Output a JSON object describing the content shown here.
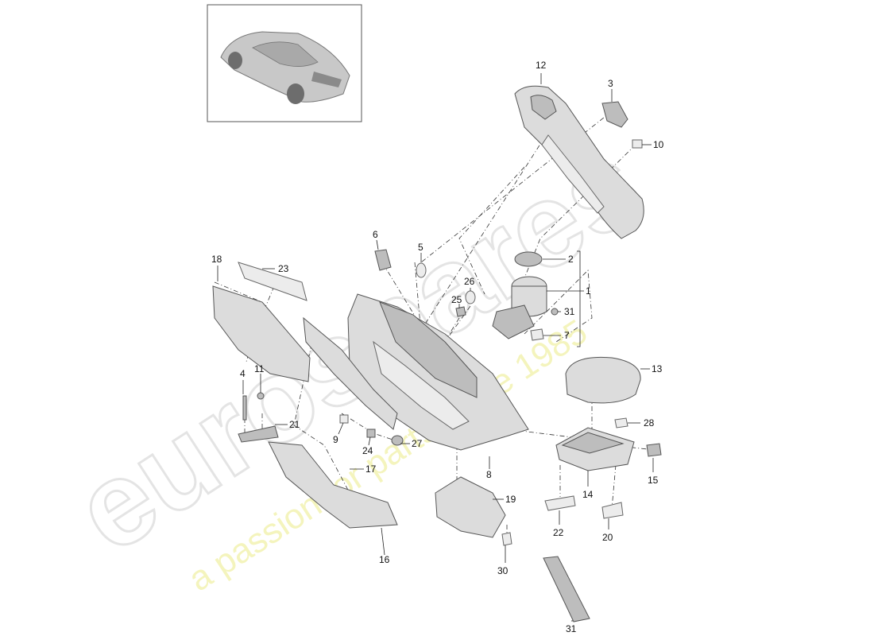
{
  "watermark": {
    "brand": "eurospares",
    "tagline": "a passion for parts since 1985"
  },
  "callouts": [
    {
      "id": "c1",
      "label": "1"
    },
    {
      "id": "c2",
      "label": "2"
    },
    {
      "id": "c3",
      "label": "3"
    },
    {
      "id": "c4",
      "label": "4"
    },
    {
      "id": "c5",
      "label": "5"
    },
    {
      "id": "c6",
      "label": "6"
    },
    {
      "id": "c7",
      "label": "7"
    },
    {
      "id": "c8",
      "label": "8"
    },
    {
      "id": "c9",
      "label": "9"
    },
    {
      "id": "c10",
      "label": "10"
    },
    {
      "id": "c11",
      "label": "11"
    },
    {
      "id": "c12",
      "label": "12"
    },
    {
      "id": "c13",
      "label": "13"
    },
    {
      "id": "c14",
      "label": "14"
    },
    {
      "id": "c15",
      "label": "15"
    },
    {
      "id": "c16",
      "label": "16"
    },
    {
      "id": "c17",
      "label": "17"
    },
    {
      "id": "c18",
      "label": "18"
    },
    {
      "id": "c19",
      "label": "19"
    },
    {
      "id": "c20",
      "label": "20"
    },
    {
      "id": "c21",
      "label": "21"
    },
    {
      "id": "c22",
      "label": "22"
    },
    {
      "id": "c23",
      "label": "23"
    },
    {
      "id": "c24",
      "label": "24"
    },
    {
      "id": "c25",
      "label": "25"
    },
    {
      "id": "c26",
      "label": "26"
    },
    {
      "id": "c27",
      "label": "27"
    },
    {
      "id": "c28",
      "label": "28"
    },
    {
      "id": "c30",
      "label": "30"
    },
    {
      "id": "c31a",
      "label": "31"
    },
    {
      "id": "c31b",
      "label": "31"
    }
  ]
}
